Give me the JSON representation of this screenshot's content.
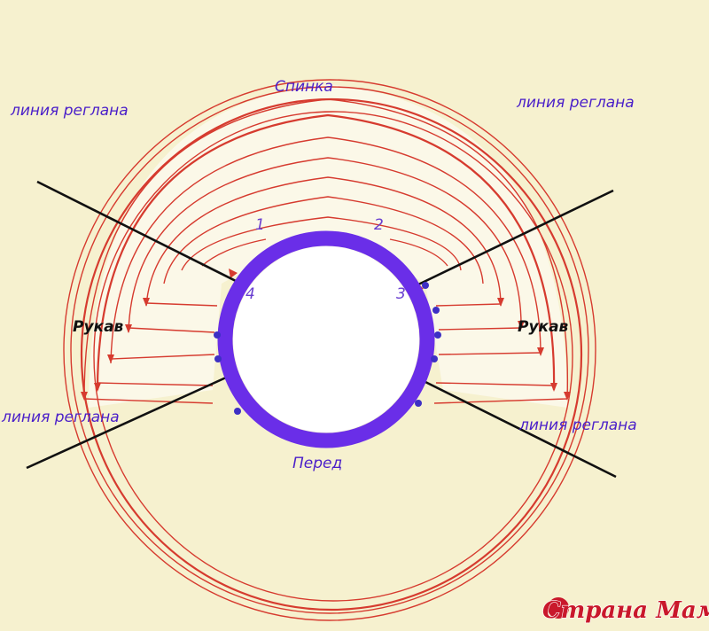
{
  "labels": {
    "back": "Спинка",
    "front": "Перед",
    "sleeve_left": "Рукав",
    "sleeve_right": "Рукав",
    "raglan_top_left": "линия реглана",
    "raglan_top_right": "линия реглана",
    "raglan_bottom_left": "линия реглана",
    "raglan_bottom_right": "линия реглана",
    "num_1": "1",
    "num_2": "2",
    "num_3": "3",
    "num_4": "4"
  },
  "watermark": "Страна Мам",
  "colors": {
    "background": "#f6f1cf",
    "neck_ring": "#6a2ee8",
    "rows": "#d63b2f",
    "raglan_lines": "#111111",
    "labels": "#4a1fc9",
    "watermark": "#c9182b"
  }
}
